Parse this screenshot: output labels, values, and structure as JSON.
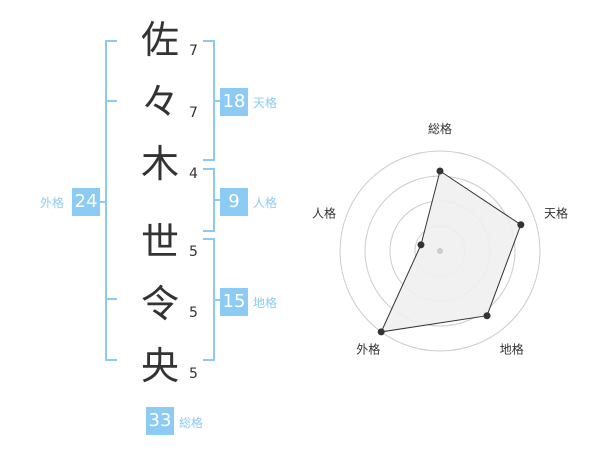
{
  "name": {
    "chars": [
      {
        "char": "佐",
        "strokes": "7"
      },
      {
        "char": "々",
        "strokes": "7"
      },
      {
        "char": "木",
        "strokes": "4"
      },
      {
        "char": "世",
        "strokes": "5"
      },
      {
        "char": "令",
        "strokes": "5"
      },
      {
        "char": "央",
        "strokes": "5"
      }
    ]
  },
  "kaku": {
    "tenkaku": {
      "value": "18",
      "label": "天格"
    },
    "jinkaku": {
      "value": "9",
      "label": "人格"
    },
    "chikaku": {
      "value": "15",
      "label": "地格"
    },
    "gaikaku": {
      "value": "24",
      "label": "外格"
    },
    "soukaku": {
      "value": "33",
      "label": "総格"
    }
  },
  "chart_data": {
    "type": "radar",
    "axes": [
      "総格",
      "天格",
      "地格",
      "外格",
      "人格"
    ],
    "values": [
      0.8,
      0.85,
      0.8,
      1.0,
      0.2
    ],
    "rings": 4,
    "series_color": "#333333",
    "fill_color": "#f0f0f0",
    "grid_color": "#cccccc"
  },
  "colors": {
    "accent": "#8ccbf3",
    "text": "#333333"
  }
}
